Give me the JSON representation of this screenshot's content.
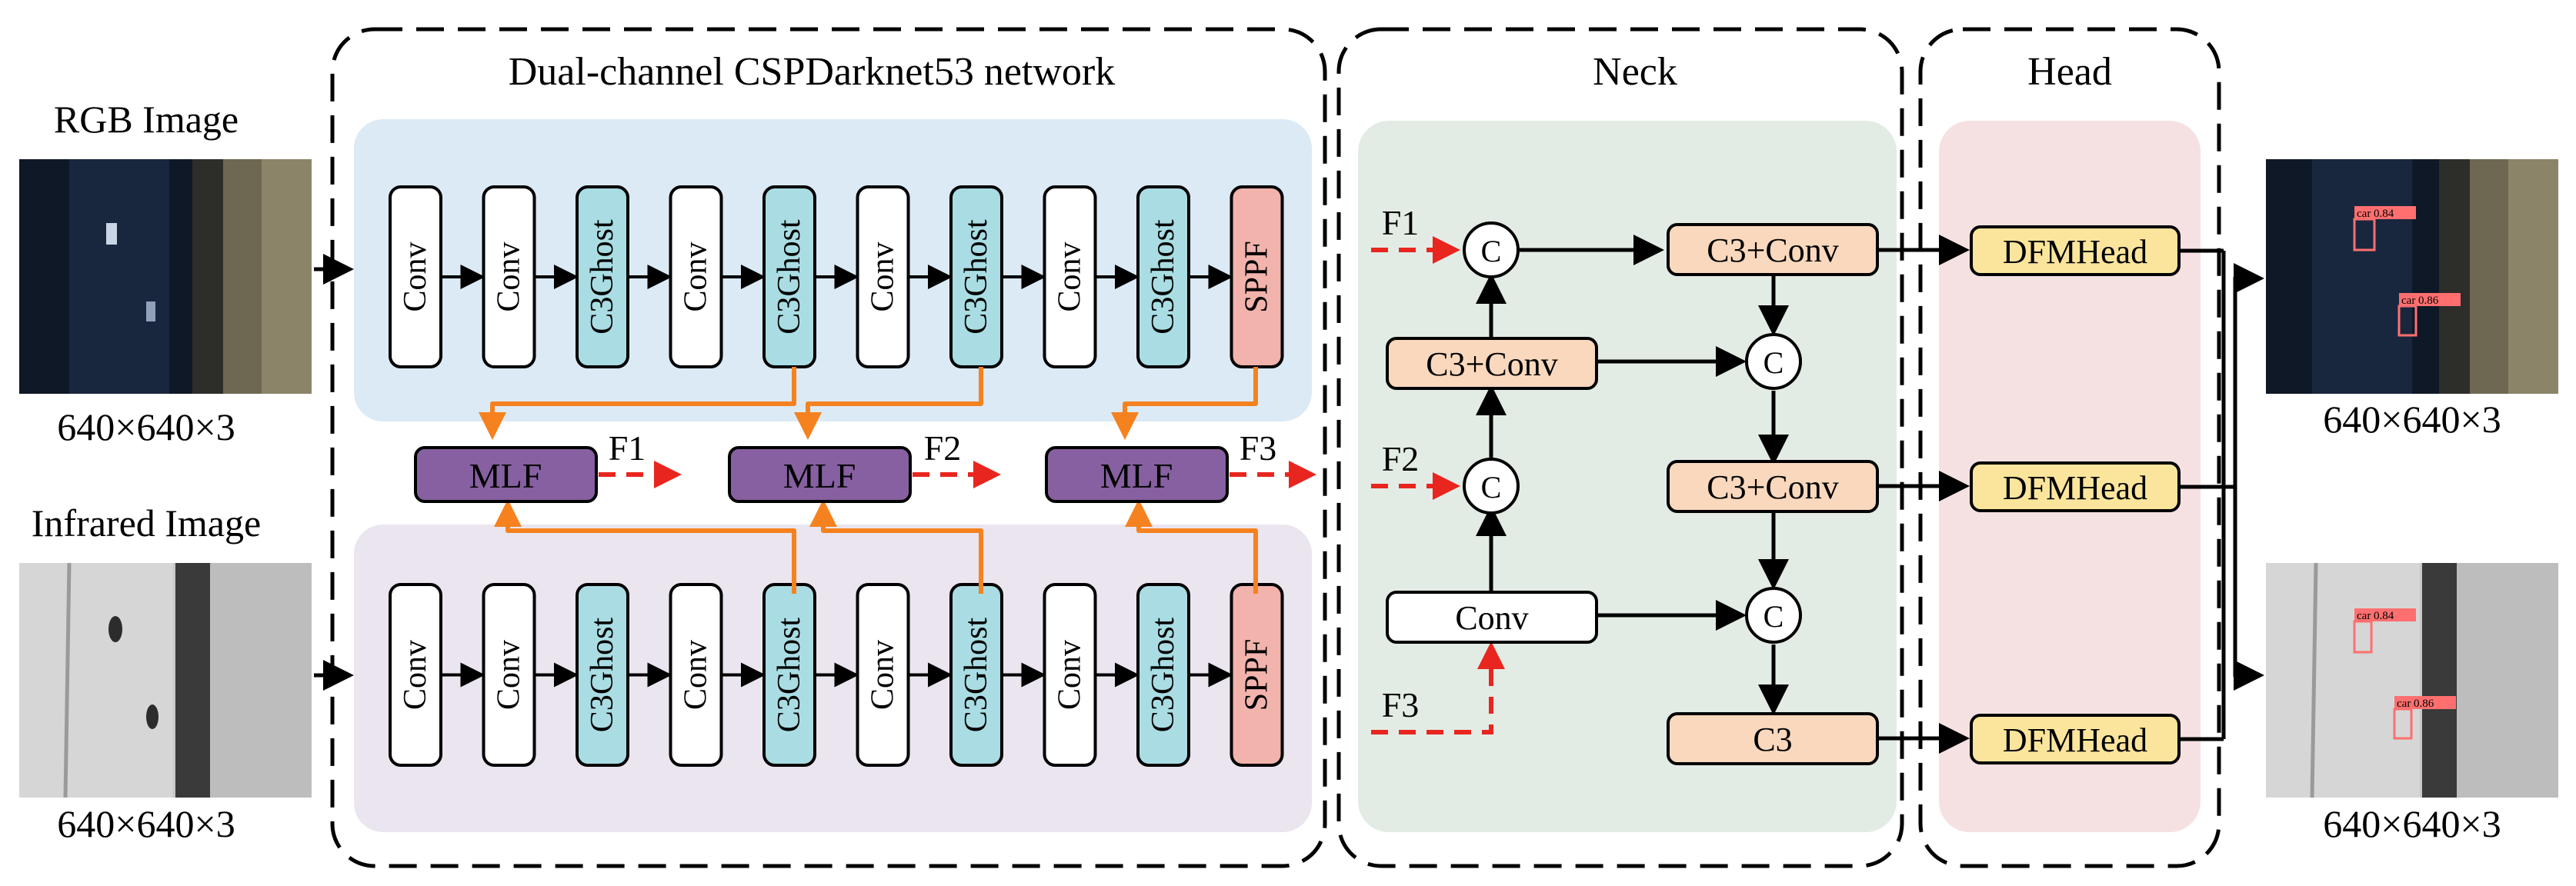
{
  "sections": {
    "backbone": "Dual-channel CSPDarknet53 network",
    "neck": "Neck",
    "head": "Head"
  },
  "inputs": {
    "rgb_label": "RGB Image",
    "ir_label": "Infrared Image",
    "rgb_size": "640×640×3",
    "ir_size": "640×640×3"
  },
  "outputs": {
    "rgb_size": "640×640×3",
    "ir_size": "640×640×3",
    "detections": [
      {
        "label": "car 0.84"
      },
      {
        "label": "car 0.86"
      },
      {
        "label": "car 0.84"
      },
      {
        "label": "car 0.86"
      }
    ]
  },
  "backbone_blocks": [
    "Conv",
    "Conv",
    "C3Ghost",
    "Conv",
    "C3Ghost",
    "Conv",
    "C3Ghost",
    "Conv",
    "C3Ghost",
    "SPPF"
  ],
  "mlf": {
    "label": "MLF",
    "features": [
      "F1",
      "F2",
      "F3"
    ]
  },
  "neck": {
    "features": [
      "F1",
      "F2",
      "F3"
    ],
    "concat": "C",
    "c3conv": "C3+Conv",
    "conv": "Conv",
    "c3": "C3"
  },
  "head": {
    "label": "DFMHead"
  },
  "colors": {
    "backbone_top_bg": "#dbeaf5",
    "backbone_bottom_bg": "#eae5ef",
    "neck_bg": "#e3ece4",
    "head_bg": "#f6e1e2",
    "c3ghost": "#a9dde3",
    "sppf": "#f1b3ac",
    "mlf": "#8660a0",
    "neck_block": "#f9d8bd",
    "dfm": "#fbe59c",
    "orange": "#f5821f",
    "red": "#e8261f"
  }
}
